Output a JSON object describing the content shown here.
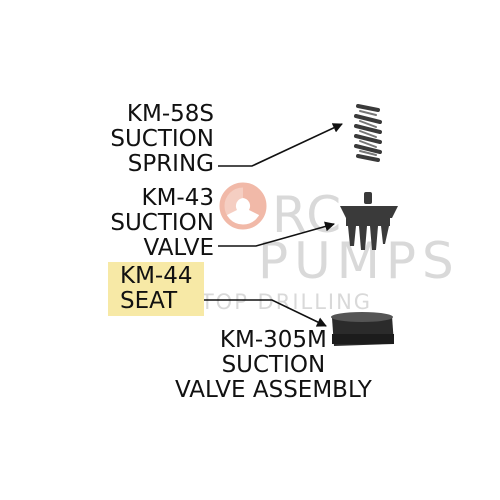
{
  "labels": {
    "spring": [
      "KM-58S",
      "SUCTION",
      "SPRING"
    ],
    "valve": [
      "KM-43",
      "SUCTION",
      "VALVE"
    ],
    "seat": [
      "KM-44",
      "SEAT"
    ],
    "assembly": [
      "KM-305M",
      "SUCTION",
      "VALVE ASSEMBLY"
    ]
  },
  "watermark": {
    "line1": "RC",
    "line2": "PUMPS",
    "tagline": "NON-STOP DRILLING"
  },
  "colors": {
    "highlight": "#f7e9a6",
    "part": "#3a3a3a",
    "watermark_text": "#d9d9d9",
    "watermark_logo": "#f1b9a8"
  }
}
